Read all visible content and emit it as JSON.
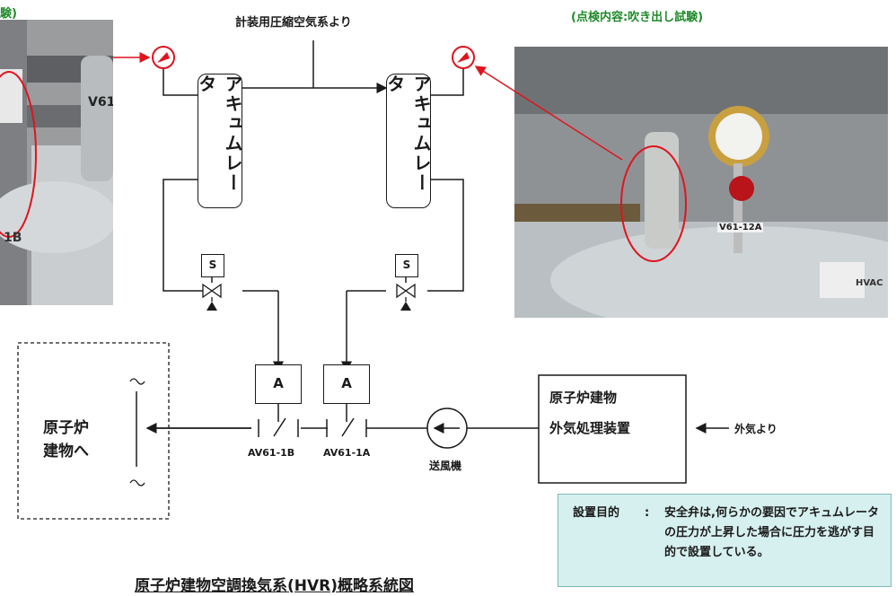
{
  "top": {
    "left_caption_fragment": "験)",
    "right_caption": "(点検内容:吹き出し試験)",
    "air_supply_label": "計装用圧縮空気系より"
  },
  "accumulators": [
    {
      "label": "アキュムレータ"
    },
    {
      "label": "アキュムレータ"
    }
  ],
  "solenoids": [
    {
      "label": "S"
    },
    {
      "label": "S"
    }
  ],
  "actuators": [
    {
      "label": "A"
    },
    {
      "label": "A"
    }
  ],
  "valves": [
    {
      "tag": "AV61-1B"
    },
    {
      "tag": "AV61-1A"
    }
  ],
  "fan_label": "送風機",
  "outdoor_unit": {
    "line1": "原子炉建物",
    "line2": "外気処理装置"
  },
  "outside_air_label": "外気より",
  "destination": {
    "line1": "原子炉",
    "line2": "建物へ"
  },
  "photos": {
    "left_tags": {
      "tag_a": "V61",
      "tag_b": "1B"
    },
    "right_tags": {
      "tag_a": "V61-12A",
      "tag_b": "HVAC"
    }
  },
  "purpose": {
    "label": "設置目的",
    "separator": ":",
    "text": "安全弁は,何らかの要因でアキュムレータの圧力が上昇した場合に圧力を逃がす目的で設置している。"
  },
  "title": "原子炉建物空調換気系(HVR)概略系統図",
  "colors": {
    "accent_red": "#e0141e",
    "caption_green": "#1f8a2a",
    "box_fill": "#d6f0ef"
  }
}
